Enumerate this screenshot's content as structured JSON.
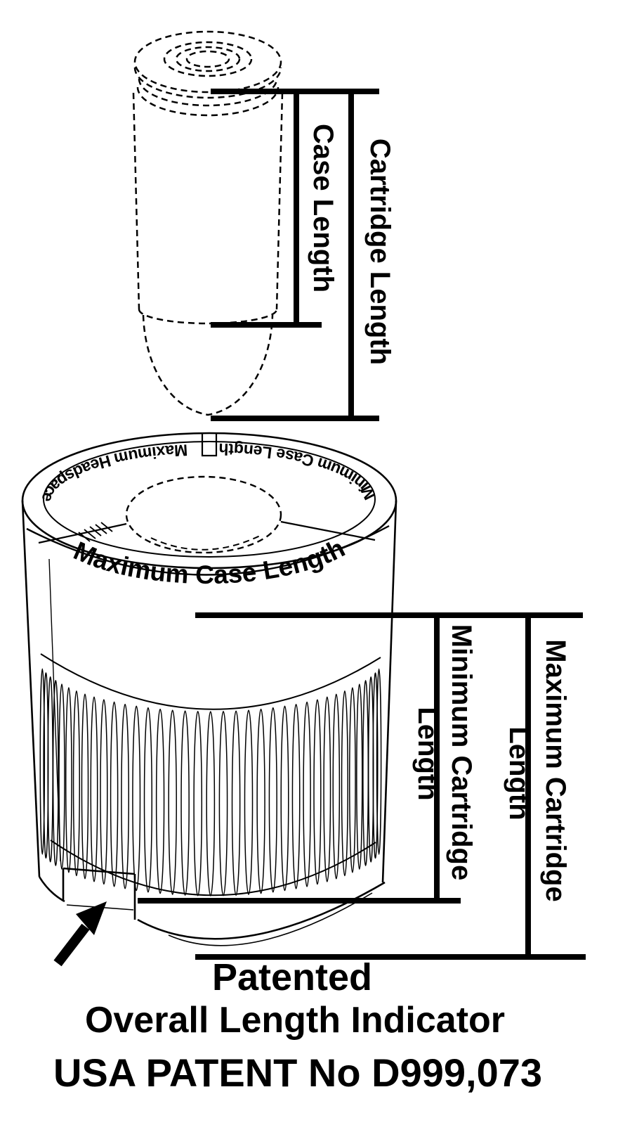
{
  "figure": {
    "cartridge": {
      "case_length_label": "Case Length",
      "cartridge_length_label": "Cartridge Length"
    },
    "gauge": {
      "top_labels": {
        "maximum_headspace": "Maximum Headspace",
        "minimum_case_length": "Minimum Case Length",
        "maximum_case_length": "Maximum Case Length"
      },
      "dimension_labels": {
        "minimum_cartridge_line1": "Minimum Cartridge",
        "minimum_cartridge_line2": "Length",
        "maximum_cartridge_line1": "Maximum Cartridge",
        "maximum_cartridge_line2": "Length"
      }
    },
    "captions": {
      "patented": "Patented",
      "product_name": "Overall Length Indicator",
      "patent_number": "USA PATENT No D999,073"
    },
    "colors": {
      "ink": "#000000",
      "background": "#ffffff"
    }
  }
}
